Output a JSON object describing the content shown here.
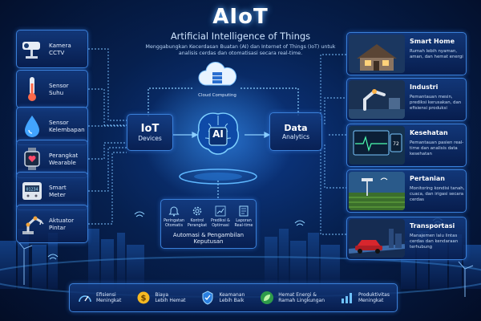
{
  "header": {
    "title": "AIoT",
    "subtitle": "Artificial Intelligence of Things",
    "description": "Menggabungkan Kecerdasan Buatan (AI) dan Internet of Things (IoT) untuk analisis cerdas dan otomatisasi secara real-time."
  },
  "devices": [
    {
      "label": "Kamera\nCCTV",
      "icon": "camera-icon"
    },
    {
      "label": "Sensor\nSuhu",
      "icon": "thermometer-icon"
    },
    {
      "label": "Sensor\nKelembapan",
      "icon": "droplet-icon"
    },
    {
      "label": "Perangkat\nWearable",
      "icon": "smartwatch-icon"
    },
    {
      "label": "Smart\nMeter",
      "icon": "meter-icon",
      "reading": "01234"
    },
    {
      "label": "Aktuator\nPintar",
      "icon": "robot-arm-icon"
    }
  ],
  "hubs": {
    "iot_main": "IoT",
    "iot_sub": "Devices",
    "ai": "AI",
    "analytics_main": "Data",
    "analytics_sub": "Analytics",
    "cloud": "Cloud Computing"
  },
  "automation": {
    "label": "Automasi & Pengambilan Keputusan",
    "items": [
      {
        "label": "Peringatan\nOtomatis",
        "icon": "bell-icon"
      },
      {
        "label": "Kontrol\nPerangkat",
        "icon": "gear-icon"
      },
      {
        "label": "Prediksi &\nOptimasi",
        "icon": "trend-chart-icon"
      },
      {
        "label": "Laporan\nReal-time",
        "icon": "report-icon"
      }
    ]
  },
  "applications": [
    {
      "title": "Smart Home",
      "desc": "Rumah lebih nyaman, aman, dan hemat energi"
    },
    {
      "title": "Industri",
      "desc": "Pemantauan mesin, prediksi kerusakan, dan efisiensi produksi"
    },
    {
      "title": "Kesehatan",
      "desc": "Pemantauan pasien real-time dan analisis data kesehatan",
      "reading": "72"
    },
    {
      "title": "Pertanian",
      "desc": "Monitoring kondisi tanah, cuaca, dan irigasi secara cerdas"
    },
    {
      "title": "Transportasi",
      "desc": "Manajemen lalu lintas cerdas dan kendaraan terhubung"
    }
  ],
  "benefits": [
    {
      "label": "Efisiensi\nMeningkat",
      "icon": "speedometer-icon"
    },
    {
      "label": "Biaya\nLebih Hemat",
      "icon": "dollar-coin-icon"
    },
    {
      "label": "Keamanan\nLebih Baik",
      "icon": "shield-icon"
    },
    {
      "label": "Hemat Energi &\nRamah Lingkungan",
      "icon": "leaf-icon"
    },
    {
      "label": "Produktivitas\nMeningkat",
      "icon": "bar-chart-icon"
    }
  ],
  "colors": {
    "accent": "#3a9bff",
    "background": "#06204f",
    "glow": "#5fb0ff"
  }
}
